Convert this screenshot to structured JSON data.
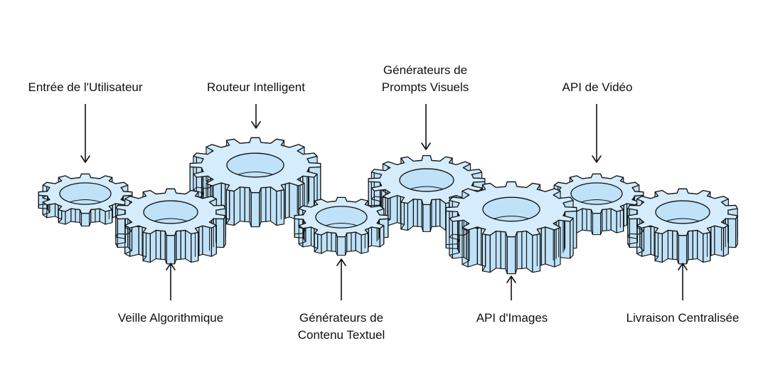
{
  "diagram": {
    "colors": {
      "gear_fill": "#d4ecfb",
      "gear_side": "#bfe2f8",
      "stroke": "#111111",
      "text": "#111111",
      "background": "#ffffff"
    },
    "gear_shape": "cog-icon",
    "arrow_shape": "arrow-icon",
    "labels_top": [
      {
        "id": "entree",
        "line1": "Entrée de l'Utilisateur",
        "line2": ""
      },
      {
        "id": "routeur",
        "line1": "Routeur Intelligent",
        "line2": ""
      },
      {
        "id": "prompts",
        "line1": "Générateurs de",
        "line2": "Prompts Visuels"
      },
      {
        "id": "video",
        "line1": "API de Vidéo",
        "line2": ""
      }
    ],
    "labels_bottom": [
      {
        "id": "veille",
        "line1": "Veille Algorithmique",
        "line2": ""
      },
      {
        "id": "contenu",
        "line1": "Générateurs de",
        "line2": "Contenu Textuel"
      },
      {
        "id": "images",
        "line1": "API d'Images",
        "line2": ""
      },
      {
        "id": "livraison",
        "line1": "Livraison Centralisée",
        "line2": ""
      }
    ]
  }
}
